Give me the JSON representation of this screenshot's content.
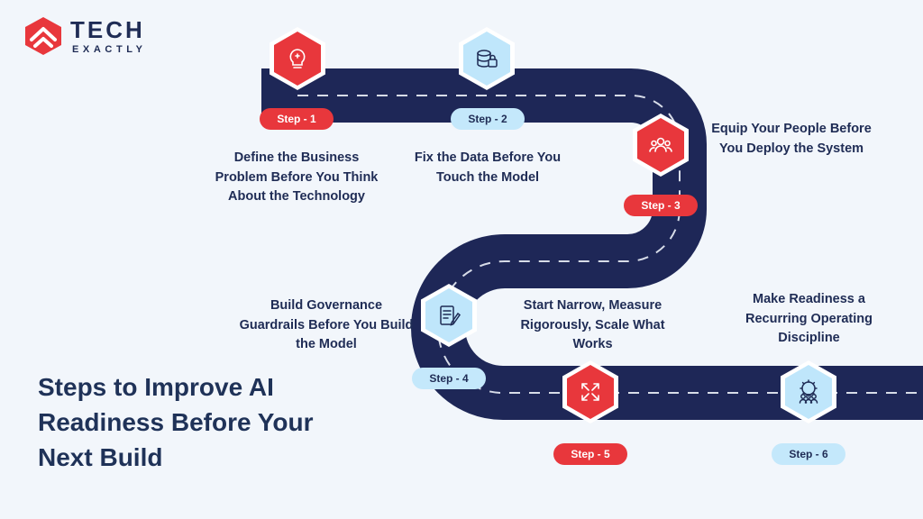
{
  "brand": {
    "name": "TECH",
    "sub": "EXACTLY",
    "colors": {
      "navy": "#1f2c55",
      "red": "#e8373c",
      "light_blue": "#bfe6fb",
      "road": "#1e2757"
    }
  },
  "heading": "Steps to Improve AI Readiness Before Your Next Build",
  "steps": [
    {
      "label": "Step - 1",
      "text": "Define the Business Problem Before You Think About the Technology",
      "color": "red",
      "icon": "lightbulb-puzzle-icon"
    },
    {
      "label": "Step - 2",
      "text": "Fix the Data Before You Touch the Model",
      "color": "blue",
      "icon": "database-lock-icon"
    },
    {
      "label": "Step - 3",
      "text": "Equip Your People Before You Deploy the System",
      "color": "red",
      "icon": "team-icon"
    },
    {
      "label": "Step - 4",
      "text": "Build Governance Guardrails Before You Build the Model",
      "color": "blue",
      "icon": "checklist-pen-icon"
    },
    {
      "label": "Step - 5",
      "text": "Start Narrow, Measure Rigorously, Scale What Works",
      "color": "red",
      "icon": "expand-arrows-icon"
    },
    {
      "label": "Step - 6",
      "text": "Make Readiness a Recurring Operating Discipline",
      "color": "blue",
      "icon": "gear-people-icon"
    }
  ]
}
